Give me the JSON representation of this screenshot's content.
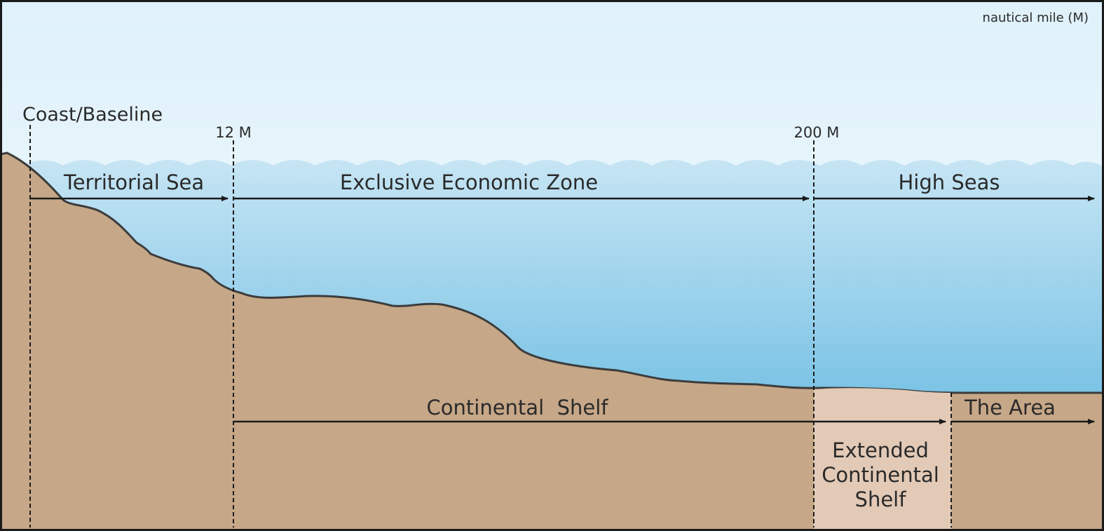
{
  "unit_caption": "nautical mile (M)",
  "boundaries": {
    "coast": "Coast/Baseline",
    "m12": "12 M",
    "m200": "200 M"
  },
  "zones": {
    "territorial_sea": "Territorial Sea",
    "eez": "Exclusive Economic Zone",
    "high_seas": "High Seas",
    "continental_shelf": "Continental  Shelf",
    "the_area": "The Area",
    "extended_shelf": [
      "Extended",
      "Continental",
      "Shelf"
    ]
  },
  "colors": {
    "sky_top": "#dff1fa",
    "sky_bottom": "#f6fbfe",
    "sea_top": "#c6e5f4",
    "sea_bottom": "#4fafdc",
    "land": "#c6a787",
    "extended_shelf": "#e2cab7",
    "outline": "#3c3c3c"
  }
}
